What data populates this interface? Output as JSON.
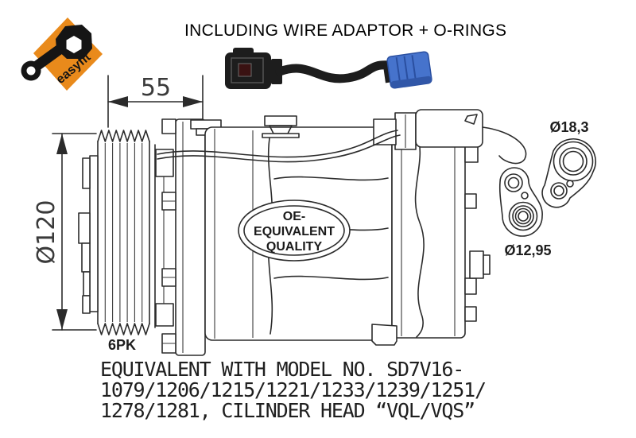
{
  "logo": {
    "brand": "easyfit",
    "diamond_color": "#E98A1B",
    "ink_color": "#151515"
  },
  "header": {
    "title": "INCLUDING WIRE ADAPTOR + O-RINGS"
  },
  "adaptor": {
    "cable_color": "#1D1D1D",
    "plug_color": "#4673CC"
  },
  "drawing": {
    "line_color": "#2B2B2B",
    "width_dim": "55",
    "diameter_dim": "Ø120",
    "belt_label": "6PK",
    "badge": {
      "line1": "OE-",
      "line2": "EQUIVALENT",
      "line3": "QUALITY"
    },
    "orings": {
      "large_label": "Ø18,3",
      "small_label": "Ø12,95"
    }
  },
  "caption": {
    "line1": "EQUIVALENT WITH MODEL NO. SD7V16-",
    "line2": "1079/1206/1215/1221/1233/1239/1251/",
    "line3": "1278/1281, CILINDER HEAD “VQL/VQS”"
  }
}
